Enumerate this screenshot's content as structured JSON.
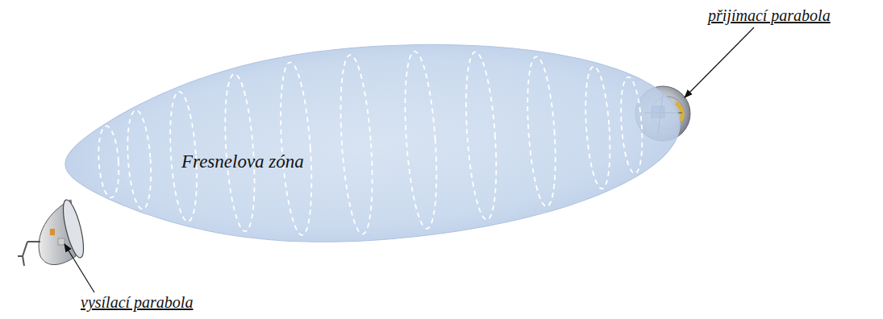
{
  "diagram": {
    "nodes": [
      {
        "text": [
          "Fresnelova zóna"
        ]
      }
    ],
    "labels": [
      "přijímací parabola",
      "vysílací parabola"
    ]
  }
}
